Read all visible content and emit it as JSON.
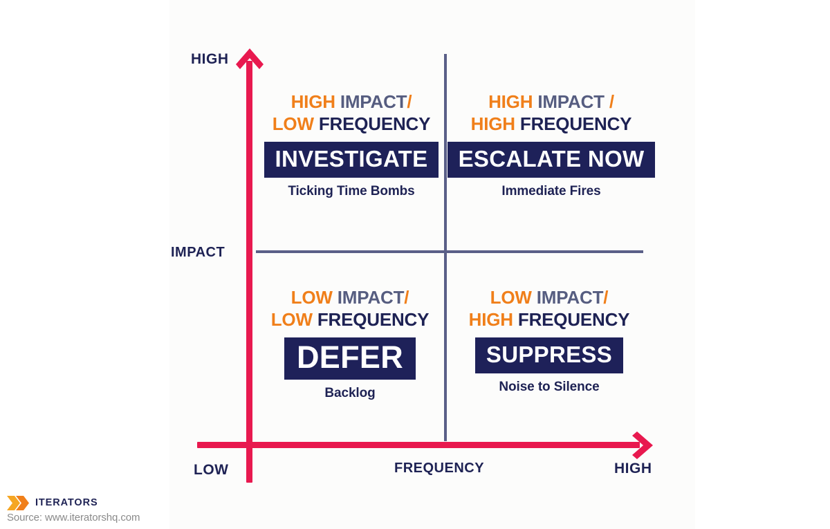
{
  "axes": {
    "y_high_label": "HIGH",
    "y_axis_label": "IMPACT",
    "x_low_label": "LOW",
    "x_axis_label": "FREQUENCY",
    "x_high_label": "HIGH"
  },
  "colors": {
    "axis_crimson": "#E8194F",
    "grid_slate": "#5a5f87",
    "accent_orange": "#F07F1A",
    "muted_slate": "#565D80",
    "navy": "#1E2254",
    "action_box": "#1E2159",
    "logo_gold": "#F5A623",
    "logo_orange": "#F07F1A",
    "source_gray": "#8a8a8a",
    "canvas": "#fcfcfb"
  },
  "quadrants": [
    {
      "id": "top-left",
      "line1_word1": "HIGH",
      "line1_word2": "IMPACT",
      "line1_slash": "/",
      "line2_word1": "LOW",
      "line2_word2": "FREQUENCY",
      "action": "INVESTIGATE",
      "caption": "Ticking Time Bombs"
    },
    {
      "id": "top-right",
      "line1_word1": "HIGH",
      "line1_word2": "IMPACT",
      "line1_slash": "/",
      "line2_word1": "HIGH",
      "line2_word2": "FREQUENCY",
      "action": "ESCALATE NOW",
      "caption": "Immediate Fires"
    },
    {
      "id": "bottom-left",
      "line1_word1": "LOW",
      "line1_word2": "IMPACT",
      "line1_slash": "/",
      "line2_word1": "LOW",
      "line2_word2": "FREQUENCY",
      "action": "DEFER",
      "caption": "Backlog"
    },
    {
      "id": "bottom-right",
      "line1_word1": "LOW",
      "line1_word2": "IMPACT",
      "line1_slash": "/",
      "line2_word1": "HIGH",
      "line2_word2": "FREQUENCY",
      "action": "SUPPRESS",
      "caption": "Noise to Silence"
    }
  ],
  "footer": {
    "logo_word": "ITERATORS",
    "source": "Source: www.iteratorshq.com"
  }
}
